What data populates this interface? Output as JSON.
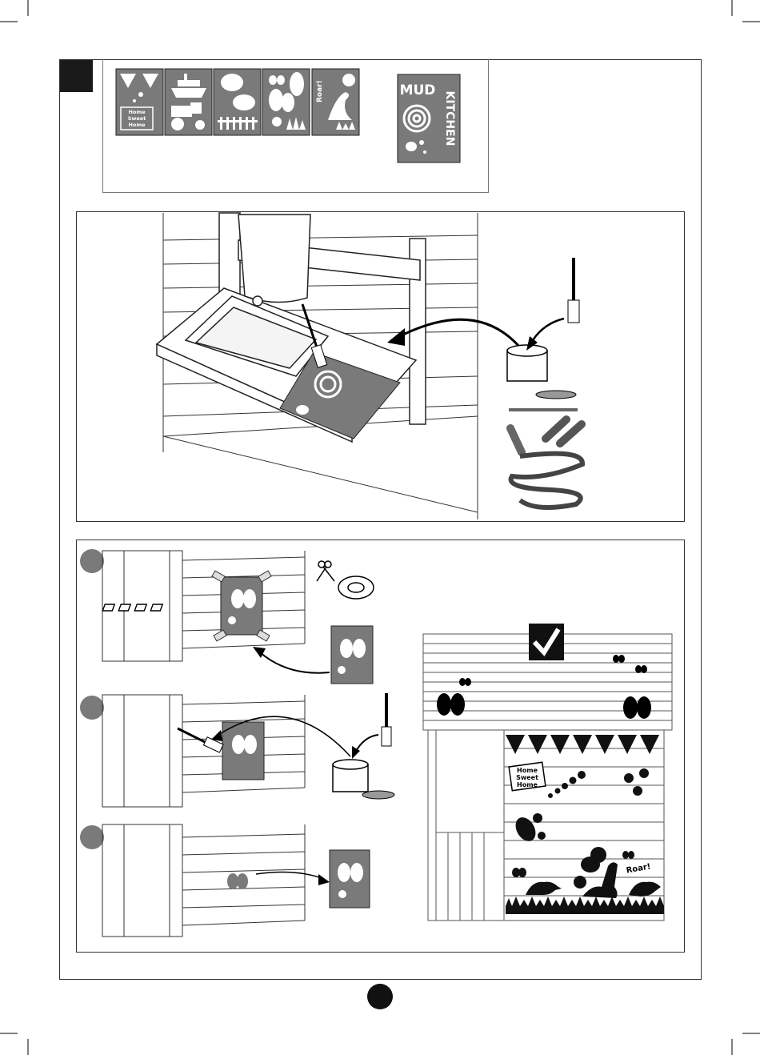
{
  "page": {
    "page_number": "",
    "step_number": ""
  },
  "stencils": {
    "mud_kitchen_line1": "MUD",
    "mud_kitchen_line2": "KITCHEN",
    "home_sign_line1": "Home",
    "home_sign_line2": "Sweet",
    "home_sign_line3": "Home",
    "roar_text": "Roar!"
  },
  "house_preview": {
    "home_sign_line1": "Home",
    "home_sign_line2": "Sweet",
    "home_sign_line3": "Home",
    "roar_text": "Roar!",
    "check_icon": "checkmark-icon"
  },
  "colors": {
    "stencil_gray": "#7a7a7a",
    "black": "#000000",
    "frame": "#444444"
  },
  "icons": [
    "scissors-icon",
    "tape-roll-icon",
    "paint-brush-icon",
    "paint-pot-icon",
    "chalk-icon",
    "checkmark-icon"
  ]
}
